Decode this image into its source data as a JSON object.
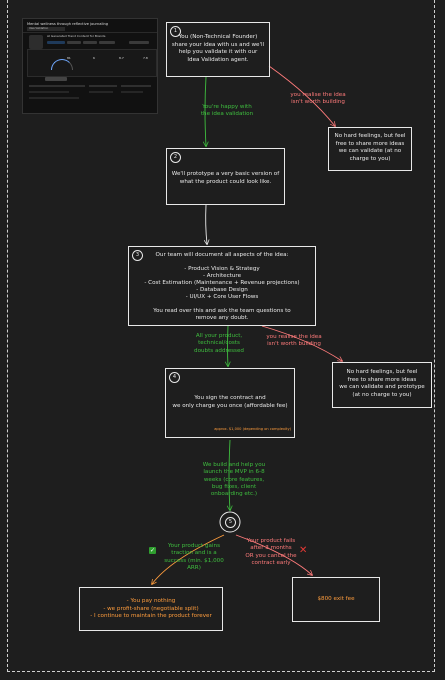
{
  "thumbnail": {
    "title": "Mental wellness through reflective journaling",
    "tab_label": "Idea Validation",
    "subtitle": "AI Generated Trend Content for Brands",
    "stats": [
      "81",
      "6",
      "8.7",
      "7.8"
    ]
  },
  "steps": {
    "s1": {
      "number": "1",
      "text": "You (Non-Technical Founder)\nshare your idea with us and we'll\nhelp you validate it with our\nIdea Validation agent."
    },
    "s2": {
      "number": "2",
      "text": "We'll prototype a very basic version of\nwhat the product could look like."
    },
    "s3": {
      "number": "3",
      "text": "Our team will document all aspects of the idea:\n\n- Product Vision & Strategy\n- Architecture\n- Cost Estimation (Maintenance + Revenue projections)\n- Database Design\n- UI/UX + Core User Flows\n\nYou read over this and ask the team questions to\nremove any doubt."
    },
    "s4": {
      "number": "4",
      "text": "You sign the contract and\nwe only charge you once (affordable fee)",
      "note": "approx. $1,000 (depending on complexity)"
    },
    "s5": {
      "number": "5"
    }
  },
  "side_boxes": {
    "no_feelings_1": "No hard feelings, but feel\nfree to share more ideas\nwe can validate (at no\ncharge to you)",
    "no_feelings_2": "No hard feelings, but feel\nfree to share more ideas\nwe can validate and prototype\n(at no charge to you)"
  },
  "labels": {
    "happy": "You're happy with\nthe idea validation",
    "not_worth_1": "you realise the idea\nisn't worth building",
    "addressed": "All your product,\ntechnical/costs\ndoubts addressed",
    "not_worth_2": "you realise the idea\nisn't worth building",
    "build": "We build and help you\nlaunch the MVP in 6-8\nweeks (core features,\nbug fixes, client\nonboarding etc.)",
    "success": "Your product gains\ntraction and is a\nsuccess (min. $1,000\nARR)",
    "fails": "Your product fails\nafter 3 months\nOR you cancel the\ncontract early"
  },
  "outcomes": {
    "success": "- You pay nothing\n- we profit-share (negotiable split)\n- I continue to maintain the product forever",
    "exit": "$800 exit fee"
  },
  "colors": {
    "background": "#1e1e1e",
    "text": "#ececec",
    "green": "#3fbf3f",
    "red": "#ff7b7b",
    "orange": "#ff9d3d",
    "cross": "#e53935"
  }
}
